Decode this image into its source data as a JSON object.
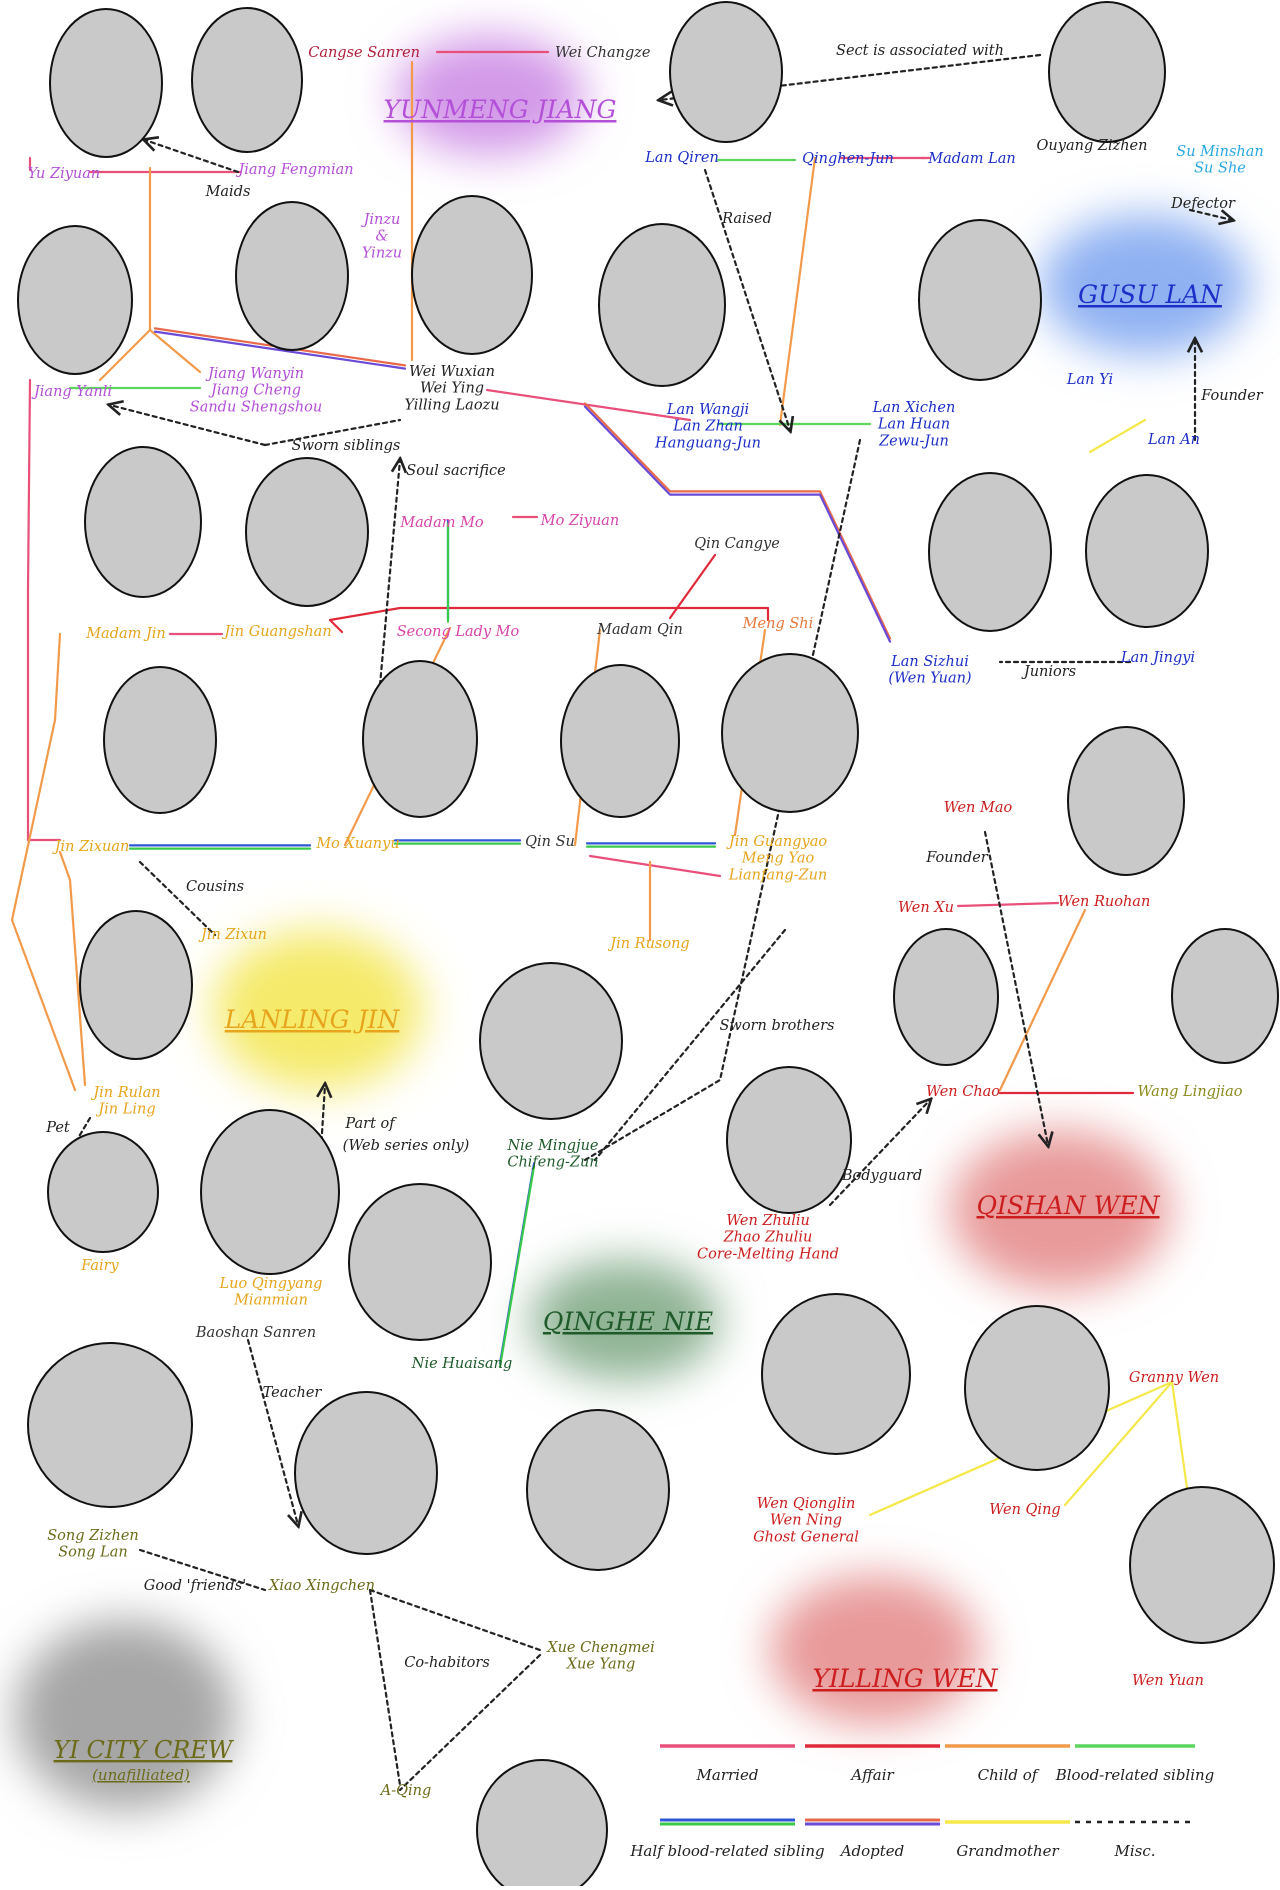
{
  "colors": {
    "married": "#e8507a",
    "affair": "#e02a3a",
    "child_of": "#f29a4a",
    "blood": "#5cd65c",
    "half_a": "#2f56d6",
    "half_b": "#38c94a",
    "adopt_a": "#e86a4a",
    "adopt_b": "#6a4ad6",
    "grandmother": "#f5e84a",
    "misc": "#222222",
    "jiang": "#b44fd8",
    "lan": "#1d2fc8",
    "lan_light": "#29a8e0",
    "jin": "#e6a51c",
    "wen": "#cc1e1e",
    "nie": "#1f5a2a",
    "yi": "#6b6b1a",
    "dark": "#222222",
    "photo": "#c9c9c9"
  },
  "sects": [
    {
      "id": "jiang",
      "label": "YUNMENG JIANG",
      "color": "#b44fd8",
      "blob": "#d39ae8"
    },
    {
      "id": "lan",
      "label": "GUSU LAN",
      "color": "#1d2fc8",
      "blob": "#8fb1f2"
    },
    {
      "id": "jin",
      "label": "LANLING JIN",
      "color": "#e6a51c",
      "blob": "#f5ea6a"
    },
    {
      "id": "nie",
      "label": "QINGHE NIE",
      "color": "#1f5a2a",
      "blob": "#8fb394"
    },
    {
      "id": "qishan",
      "label": "QISHAN WEN",
      "color": "#cc1e1e",
      "blob": "#e89a9a"
    },
    {
      "id": "yiling",
      "label": "YILLING WEN",
      "color": "#cc1e1e",
      "blob": "#e89a9a"
    },
    {
      "id": "yi",
      "label": "YI CITY CREW",
      "sub": "(unafilliated)",
      "color": "#6b6b1a",
      "blob": "#a6a6a6"
    }
  ],
  "people": [
    {
      "id": "cangse",
      "lines": [
        "Cangse Sanren"
      ],
      "color": "#b01e3a"
    },
    {
      "id": "weichangze",
      "lines": [
        "Wei Changze"
      ],
      "color": "#333333"
    },
    {
      "id": "yuziyuan",
      "lines": [
        "Yu Ziyuan"
      ],
      "color": "#b44fd8"
    },
    {
      "id": "jiangfengmian",
      "lines": [
        "Jiang Fengmian"
      ],
      "color": "#b44fd8"
    },
    {
      "id": "maids",
      "lines": [
        "Maids"
      ],
      "color": "#222222"
    },
    {
      "id": "jinzu",
      "lines": [
        "Jinzu",
        "&",
        "Yinzu"
      ],
      "color": "#b44fd8"
    },
    {
      "id": "jiangyanli",
      "lines": [
        "Jiang Yanli"
      ],
      "color": "#b44fd8"
    },
    {
      "id": "jiangcheng",
      "lines": [
        "Jiang Wanyin",
        "Jiang Cheng",
        "Sandu Shengshou"
      ],
      "color": "#b44fd8"
    },
    {
      "id": "weiwuxian",
      "lines": [
        "Wei Wuxian",
        "Wei Ying",
        "Yilling Laozu"
      ],
      "color": "#222222"
    },
    {
      "id": "lanqiren",
      "lines": [
        "Lan Qiren"
      ],
      "color": "#1d2fc8"
    },
    {
      "id": "qinghenjun",
      "lines": [
        "Qinghen-Jun"
      ],
      "color": "#1d2fc8"
    },
    {
      "id": "madamlan",
      "lines": [
        "Madam Lan"
      ],
      "color": "#1d2fc8"
    },
    {
      "id": "ouyang",
      "lines": [
        "Ouyang Zizhen"
      ],
      "color": "#222222"
    },
    {
      "id": "suminshan",
      "lines": [
        "Su Minshan",
        "Su She"
      ],
      "color": "#29a8e0"
    },
    {
      "id": "lanwangji",
      "lines": [
        "Lan Wangji",
        "Lan Zhan",
        "Hanguang-Jun"
      ],
      "color": "#1d2fc8"
    },
    {
      "id": "lanxichen",
      "lines": [
        "Lan Xichen",
        "Lan Huan",
        "Zewu-Jun"
      ],
      "color": "#1d2fc8"
    },
    {
      "id": "lanyi",
      "lines": [
        "Lan Yi"
      ],
      "color": "#1d2fc8"
    },
    {
      "id": "lanan",
      "lines": [
        "Lan An"
      ],
      "color": "#1d2fc8"
    },
    {
      "id": "madammo",
      "lines": [
        "Madam Mo"
      ],
      "color": "#d844a8"
    },
    {
      "id": "moziyuan",
      "lines": [
        "Mo Ziyuan"
      ],
      "color": "#d844a8"
    },
    {
      "id": "qincangye",
      "lines": [
        "Qin Cangye"
      ],
      "color": "#333333"
    },
    {
      "id": "madamjin",
      "lines": [
        "Madam Jin"
      ],
      "color": "#e6a51c"
    },
    {
      "id": "jinguangshan",
      "lines": [
        "Jin Guangshan"
      ],
      "color": "#e6a51c"
    },
    {
      "id": "secondladymo",
      "lines": [
        "Secong Lady Mo"
      ],
      "color": "#d844a8"
    },
    {
      "id": "madamqin",
      "lines": [
        "Madam Qin"
      ],
      "color": "#333333"
    },
    {
      "id": "mengshi",
      "lines": [
        "Meng Shi"
      ],
      "color": "#e6783a"
    },
    {
      "id": "lansizhui",
      "lines": [
        "Lan Sizhui",
        "(Wen Yuan)"
      ],
      "color": "#1d2fc8"
    },
    {
      "id": "lanjingyi",
      "lines": [
        "Lan Jingyi"
      ],
      "color": "#1d2fc8"
    },
    {
      "id": "jinzixuan",
      "lines": [
        "Jin Zixuan"
      ],
      "color": "#e6a51c"
    },
    {
      "id": "moxuanyu",
      "lines": [
        "Mo Xuanyu"
      ],
      "color": "#e6a51c"
    },
    {
      "id": "qinsu",
      "lines": [
        "Qin Su"
      ],
      "color": "#333333"
    },
    {
      "id": "jinguangyao",
      "lines": [
        "Jin Guangyao",
        "Meng Yao",
        "Lianfang-Zun"
      ],
      "color": "#e6a51c"
    },
    {
      "id": "jinzixun",
      "lines": [
        "Jin Zixun"
      ],
      "color": "#e6a51c"
    },
    {
      "id": "jinrusong",
      "lines": [
        "Jin Rusong"
      ],
      "color": "#e6a51c"
    },
    {
      "id": "wenmao",
      "lines": [
        "Wen Mao"
      ],
      "color": "#cc1e1e"
    },
    {
      "id": "wenxu",
      "lines": [
        "Wen Xu"
      ],
      "color": "#cc1e1e"
    },
    {
      "id": "wenruohan",
      "lines": [
        "Wen Ruohan"
      ],
      "color": "#cc1e1e"
    },
    {
      "id": "wenchao",
      "lines": [
        "Wen Chao"
      ],
      "color": "#cc1e1e"
    },
    {
      "id": "wanglingjiao",
      "lines": [
        "Wang Lingjiao"
      ],
      "color": "#8a8a1e"
    },
    {
      "id": "jinrulan",
      "lines": [
        "Jin Rulan",
        "Jin Ling"
      ],
      "color": "#e6a51c"
    },
    {
      "id": "fairy",
      "lines": [
        "Fairy"
      ],
      "color": "#e6a51c"
    },
    {
      "id": "luoqingyang",
      "lines": [
        "Luo Qingyang",
        "Mianmian"
      ],
      "color": "#e6a51c"
    },
    {
      "id": "niemingjue",
      "lines": [
        "Nie Mingjue",
        "Chifeng-Zun"
      ],
      "color": "#1f5a2a"
    },
    {
      "id": "wenzhuliu",
      "lines": [
        "Wen Zhuliu",
        "Zhao Zhuliu",
        "Core-Melting Hand"
      ],
      "color": "#cc1e1e"
    },
    {
      "id": "baoshan",
      "lines": [
        "Baoshan Sanren"
      ],
      "color": "#333333"
    },
    {
      "id": "niehuaisang",
      "lines": [
        "Nie Huaisang"
      ],
      "color": "#1f5a2a"
    },
    {
      "id": "wenqionglin",
      "lines": [
        "Wen Qionglin",
        "Wen Ning",
        "Ghost General"
      ],
      "color": "#cc1e1e"
    },
    {
      "id": "grannywen",
      "lines": [
        "Granny Wen"
      ],
      "color": "#cc1e1e"
    },
    {
      "id": "wenqing",
      "lines": [
        "Wen Qing"
      ],
      "color": "#cc1e1e"
    },
    {
      "id": "songzizhen",
      "lines": [
        "Song Zizhen",
        "Song Lan"
      ],
      "color": "#6b6b1a"
    },
    {
      "id": "xiaoxingchen",
      "lines": [
        "Xiao Xingchen"
      ],
      "color": "#6b6b1a"
    },
    {
      "id": "xuechengmei",
      "lines": [
        "Xue Chengmei",
        "Xue Yang"
      ],
      "color": "#6b6b1a"
    },
    {
      "id": "aqing",
      "lines": [
        "A-Qing"
      ],
      "color": "#6b6b1a"
    },
    {
      "id": "wenyuan",
      "lines": [
        "Wen Yuan"
      ],
      "color": "#cc1e1e"
    }
  ],
  "annotations": [
    {
      "id": "sect_assoc",
      "text": "Sect is associated with"
    },
    {
      "id": "raised",
      "text": "Raised"
    },
    {
      "id": "defector",
      "text": "Defector"
    },
    {
      "id": "founder_lan",
      "text": "Founder"
    },
    {
      "id": "sworn_siblings",
      "text": "Sworn siblings"
    },
    {
      "id": "soul_sacrifice",
      "text": "Soul sacrifice"
    },
    {
      "id": "juniors",
      "text": "Juniors"
    },
    {
      "id": "cousins",
      "text": "Cousins"
    },
    {
      "id": "founder_wen",
      "text": "Founder"
    },
    {
      "id": "sworn_brothers",
      "text": "Sworn brothers"
    },
    {
      "id": "pet",
      "text": "Pet"
    },
    {
      "id": "part_of_1",
      "text": "Part of"
    },
    {
      "id": "part_of_2",
      "text": "(Web series only)"
    },
    {
      "id": "bodyguard",
      "text": "Bodyguard"
    },
    {
      "id": "teacher",
      "text": "Teacher"
    },
    {
      "id": "good_friends",
      "text": "Good 'friends'"
    },
    {
      "id": "cohabitors",
      "text": "Co-habitors"
    }
  ],
  "legend": [
    {
      "label": "Married",
      "colors": [
        "#e8507a"
      ]
    },
    {
      "label": "Affair",
      "colors": [
        "#e02a3a"
      ]
    },
    {
      "label": "Child of",
      "colors": [
        "#f29a4a"
      ]
    },
    {
      "label": "Blood-related sibling",
      "colors": [
        "#5cd65c"
      ]
    },
    {
      "label": "Half blood-related sibling",
      "colors": [
        "#2f56d6",
        "#38c94a"
      ]
    },
    {
      "label": "Adopted",
      "colors": [
        "#e86a4a",
        "#6a4ad6"
      ]
    },
    {
      "label": "Grandmother",
      "colors": [
        "#f5e84a"
      ]
    },
    {
      "label": "Misc.",
      "colors": [
        "#222222"
      ],
      "dashed": true
    }
  ]
}
